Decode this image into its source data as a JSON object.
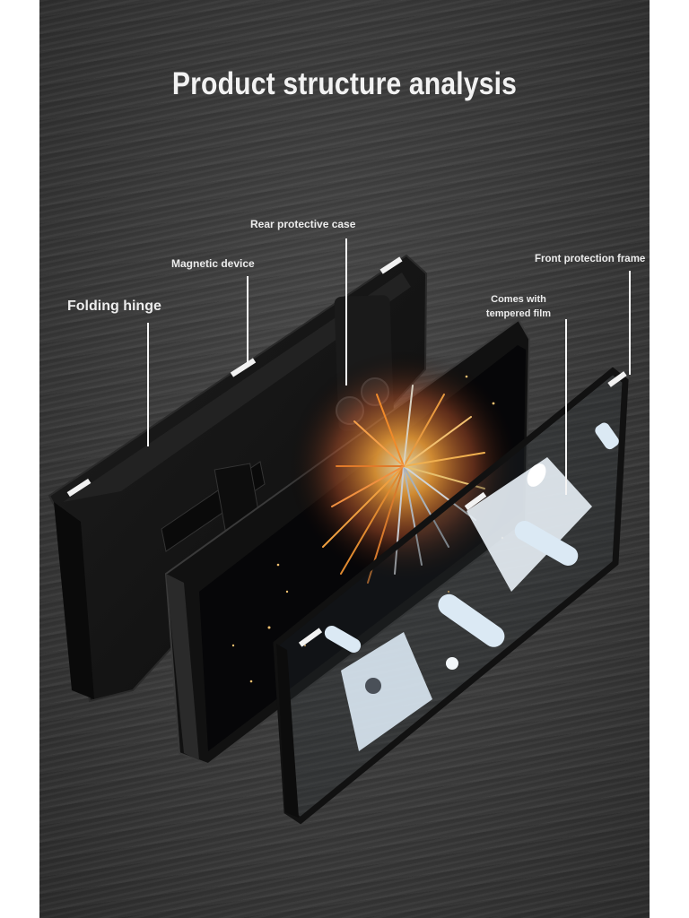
{
  "title": "Product structure analysis",
  "callouts": {
    "folding_hinge": "Folding hinge",
    "magnetic_device": "Magnetic device",
    "rear_protective_case": "Rear protective case",
    "front_protection_frame": "Front protection frame",
    "tempered_film": "Comes with tempered film"
  },
  "colors": {
    "background": "#3a3a3a",
    "case_black": "#141414",
    "text": "#f2f2f2",
    "firework_orange": "#f08a2a",
    "film_blue": "#cfe3f2"
  }
}
